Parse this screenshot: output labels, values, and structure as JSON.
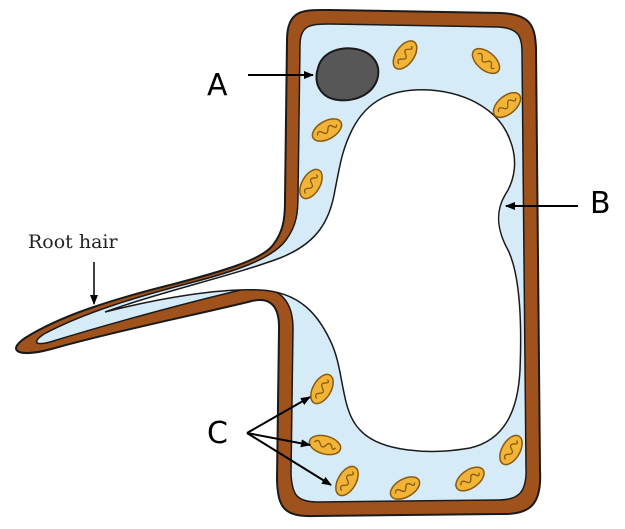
{
  "diagram": {
    "labels": {
      "a": "A",
      "b": "B",
      "c": "C",
      "root_hair": "Root hair"
    },
    "colors": {
      "cell_wall": "#a0521c",
      "cell_wall_outline": "#1a1a1a",
      "cytoplasm": "#d6ebf8",
      "vacuole": "#ffffff",
      "nucleus": "#575757",
      "organelle_fill": "#f1b437",
      "organelle_edge": "#8a5a10"
    }
  }
}
